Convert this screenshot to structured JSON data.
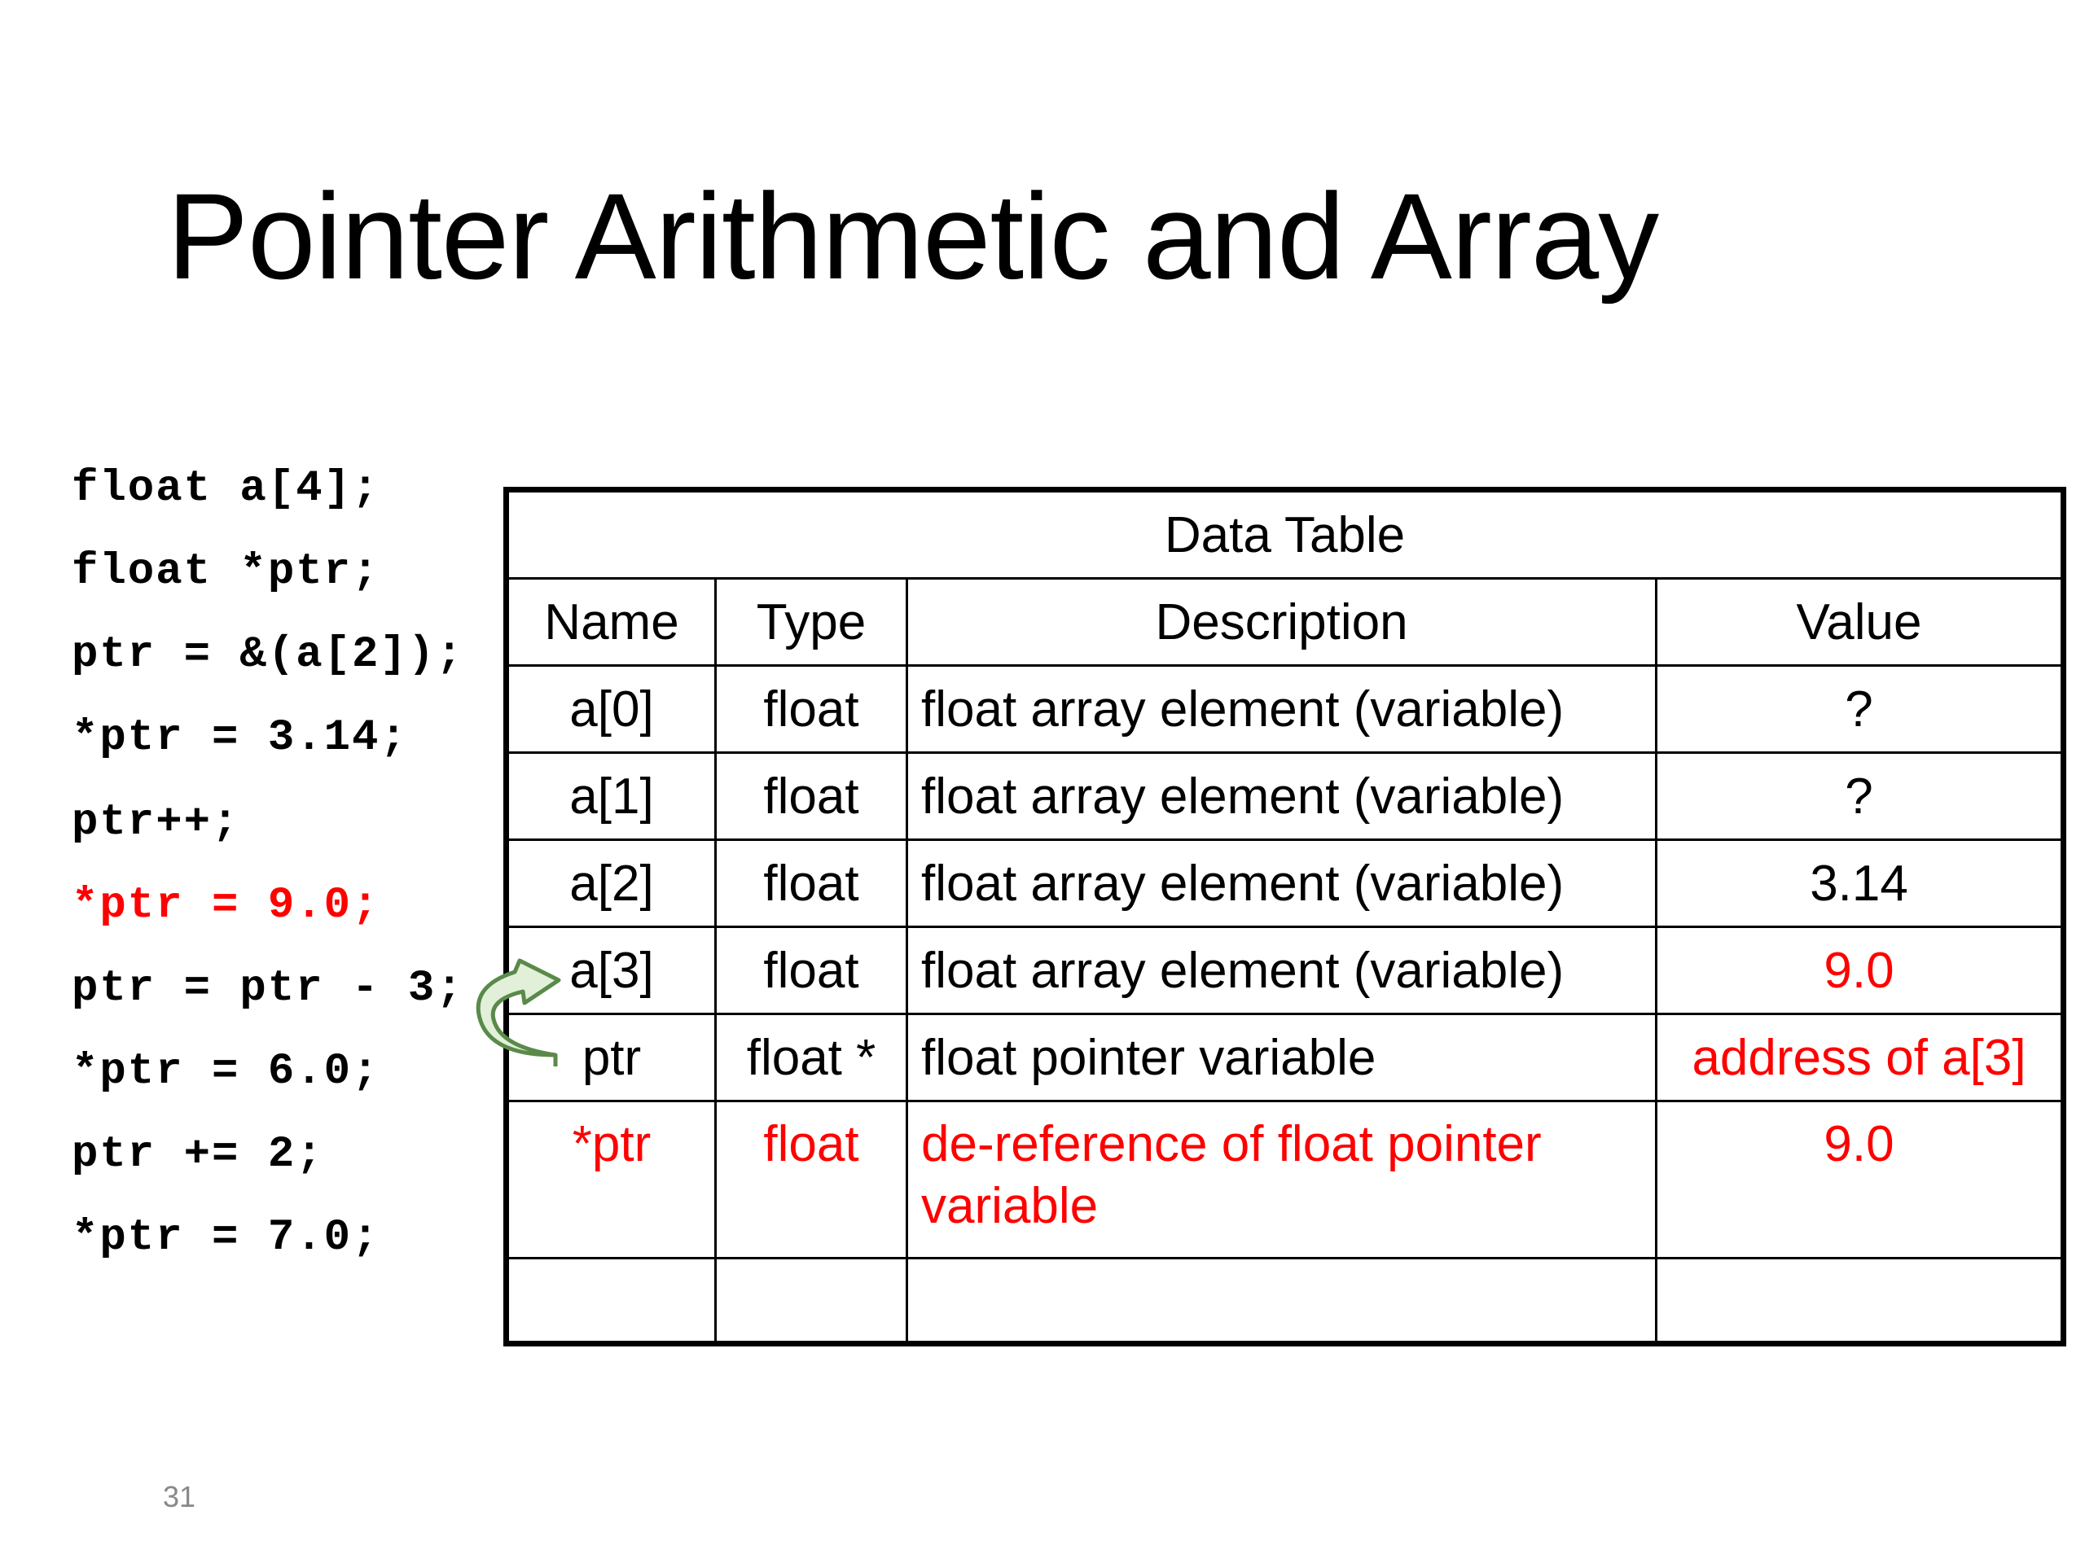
{
  "slide": {
    "title": "Pointer Arithmetic and Array",
    "page_number": "31"
  },
  "code": {
    "lines": [
      {
        "text": "float a[4];",
        "highlight": false
      },
      {
        "text": "float *ptr;",
        "highlight": false
      },
      {
        "text": "ptr = &(a[2]);",
        "highlight": false
      },
      {
        "text": "*ptr = 3.14;",
        "highlight": false
      },
      {
        "text": "ptr++;",
        "highlight": false
      },
      {
        "text": "*ptr = 9.0;",
        "highlight": true
      },
      {
        "text": "ptr = ptr - 3;",
        "highlight": false
      },
      {
        "text": "*ptr = 6.0;",
        "highlight": false
      },
      {
        "text": "ptr += 2;",
        "highlight": false
      },
      {
        "text": "*ptr = 7.0;",
        "highlight": false
      }
    ],
    "highlight_color": "#ff0000"
  },
  "table": {
    "caption": "Data Table",
    "headers": [
      "Name",
      "Type",
      "Description",
      "Value"
    ],
    "rows": [
      {
        "name": "a[0]",
        "type": "float",
        "description": "float array element (variable)",
        "value": "?"
      },
      {
        "name": "a[1]",
        "type": "float",
        "description": "float array element (variable)",
        "value": "?"
      },
      {
        "name": "a[2]",
        "type": "float",
        "description": "float array element (variable)",
        "value": "3.14"
      },
      {
        "name": "a[3]",
        "type": "float",
        "description": "float array element (variable)",
        "value": "9.0"
      },
      {
        "name": "ptr",
        "type": "float *",
        "description": "float pointer variable",
        "value": "address of a[3]"
      },
      {
        "name": "*ptr",
        "type": "float",
        "description": "de-reference of float pointer variable",
        "value": "9.0"
      },
      {
        "name": "",
        "type": "",
        "description": "",
        "value": ""
      }
    ]
  },
  "colors": {
    "highlight": "#ff0000",
    "arrow_fill": "#e2f0d9",
    "arrow_stroke": "#5a8a4a"
  }
}
